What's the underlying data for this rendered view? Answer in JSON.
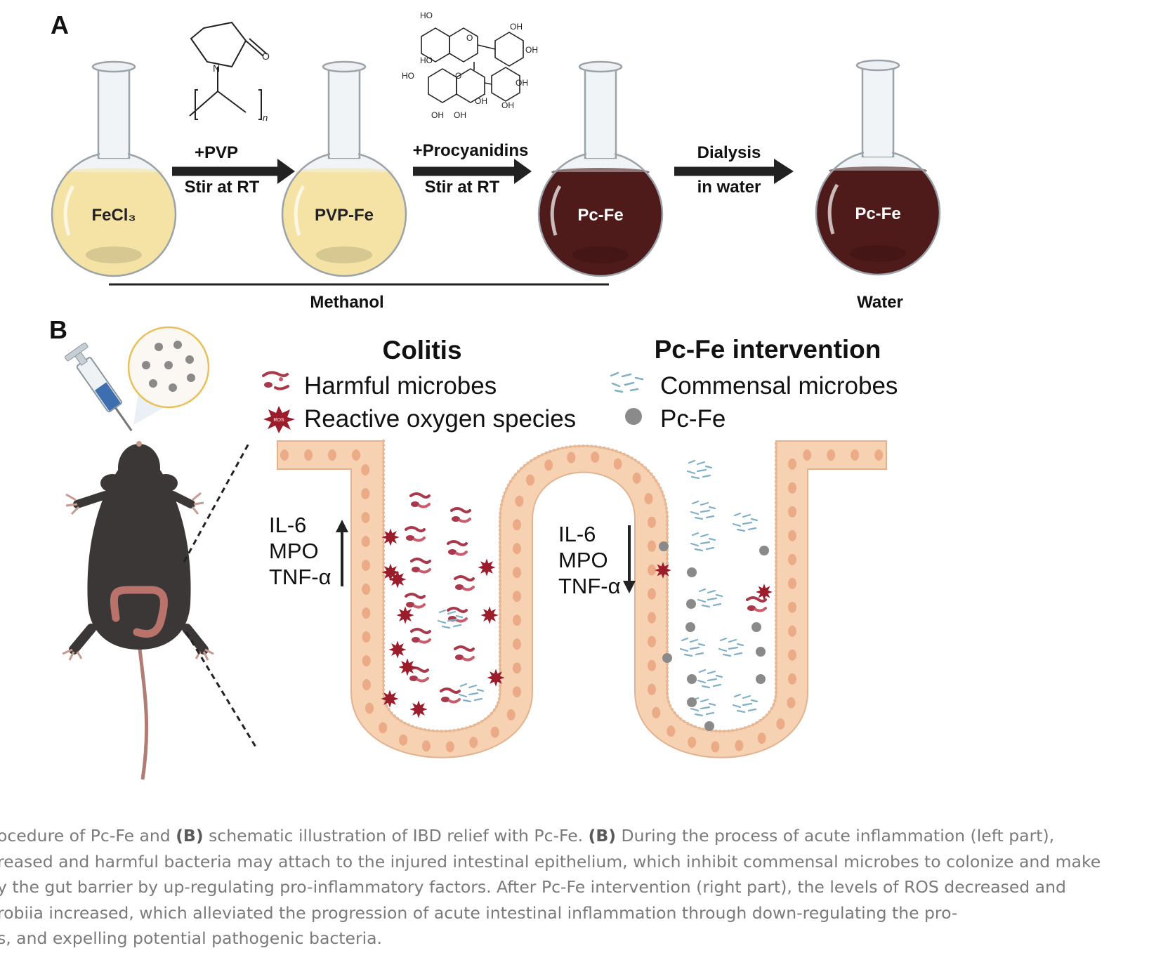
{
  "panel_a": {
    "label": "A",
    "flasks": [
      {
        "label": "FeCl₃",
        "liquid_color": "#f5e3a6"
      },
      {
        "label": "PVP-Fe",
        "liquid_color": "#f5e3a6"
      },
      {
        "label": "Pc-Fe",
        "liquid_color": "#4e1a1a"
      },
      {
        "label": "Pc-Fe",
        "liquid_color": "#4e1a1a"
      }
    ],
    "arrows": [
      {
        "top": "+PVP",
        "bottom": "Stir at RT"
      },
      {
        "top": "+Procyanidins",
        "bottom": "Stir at RT"
      },
      {
        "top": "Dialysis",
        "bottom": "in water"
      }
    ],
    "pvp_structure": {
      "o": "O",
      "n": "N",
      "sub": "n"
    },
    "procyanidin_labels": [
      "HO",
      "OH",
      "OH",
      "HO",
      "O",
      "HO",
      "O",
      "OH",
      "OH",
      "OH",
      "OH",
      "OH"
    ],
    "solvent_left": "Methanol",
    "solvent_right": "Water"
  },
  "panel_b": {
    "label": "B",
    "colitis_title": "Colitis",
    "intervention_title": "Pc-Fe intervention",
    "legend": {
      "harmful": "Harmful microbes",
      "ros": "Reactive oxygen species",
      "ros_icon_text": "ROS",
      "commensal": "Commensal microbes",
      "pcfe": "Pc-Fe"
    },
    "markers_left": [
      "IL-6",
      "MPO",
      "TNF-α"
    ],
    "markers_right": [
      "IL-6",
      "MPO",
      "TNF-α"
    ],
    "colors": {
      "tissue": "#f6d2b2",
      "cell_nucleus": "#e9a57f",
      "ros": "#9b1c2a",
      "harmful": "#a8384a",
      "commensal": "#7fb0c8",
      "pcfe": "#8a8a8a",
      "mouse": "#3b3737"
    }
  },
  "caption": {
    "line1_a": "ocedure of Pc-Fe and ",
    "line1_b_bold": "(B)",
    "line1_c": " schematic illustration of IBD relief with Pc-Fe. ",
    "line1_d_bold": "(B)",
    "line1_e": " During the process of acute inflammation (left part),",
    "line2": "reased and harmful bacteria may attach to the injured intestinal epithelium, which inhibit commensal microbes to colonize and make",
    "line3": "y the gut barrier by up-regulating pro-inflammatory factors. After Pc-Fe intervention (right part), the levels of ROS decreased and",
    "line4": "robiia increased, which alleviated the progression of acute intestinal inflammation through down-regulating the pro-",
    "line5": "s, and expelling potential pathogenic bacteria."
  }
}
